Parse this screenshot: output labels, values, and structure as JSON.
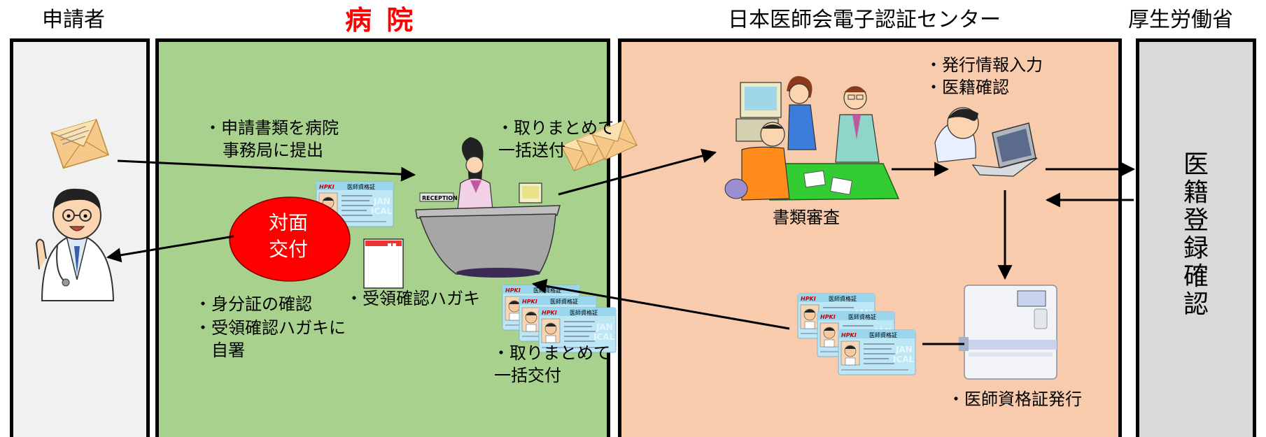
{
  "columns": {
    "applicant": "申請者",
    "hospital": "病 院",
    "center": "日本医師会電子認証センター",
    "mhlw": "厚生労働省"
  },
  "colors": {
    "applicant_lane": "#f1f1f1",
    "hospital_lane": "#a9d18e",
    "center_lane": "#f8cbad",
    "mhlw_lane": "#d9d9d9",
    "hospital_title": "#ff0000",
    "oval": "#ff0000"
  },
  "hospital": {
    "submit_note_line1": "・申請書類を病院",
    "submit_note_line2": "事務局に提出",
    "bundle_send_line1": "・取りまとめて",
    "bundle_send_line2": "一括送付",
    "oval_line1": "対面",
    "oval_line2": "交付",
    "receipt_postcard": "・受領確認ハガキ",
    "id_check": "・身分証の確認",
    "sign_line1": "・受領確認ハガキに",
    "sign_line2": "自署",
    "bundle_deliver_line1": "・取りまとめて",
    "bundle_deliver_line2": "一括交付",
    "reception_sign": "RECEPTION"
  },
  "center": {
    "input_note_line1": "・発行情報入力",
    "input_note_line2": "・医籍確認",
    "doc_review": "書類審査",
    "issue_note": "・医師資格証発行",
    "card_title": "医師資格証",
    "card_badge": "HPKI"
  },
  "mhlw": {
    "vertical_label": "医籍登録確認"
  }
}
